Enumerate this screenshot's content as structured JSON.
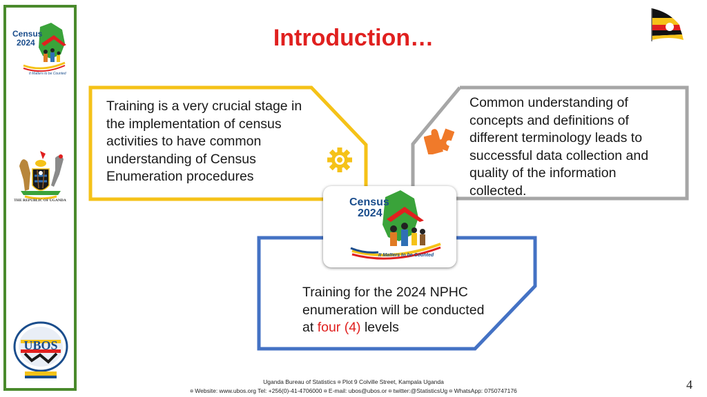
{
  "title": "Introduction…",
  "sidebar": {
    "census_logo": {
      "line1": "Census",
      "line2": "2024",
      "tagline": "It Matters to be Counted"
    },
    "coat_of_arms_caption": "THE REPUBLIC OF UGANDA",
    "ubos_logo_text": "UBOS"
  },
  "panels": {
    "left": {
      "text": "Training is a very crucial stage in the implementation of census activities to have common understanding of Census Enumeration procedures",
      "accent": "#f5c218"
    },
    "right": {
      "text": "Common understanding  of concepts and definitions of different terminology leads to successful data collection and quality of the information collected.",
      "accent": "#a6a6a6"
    },
    "bottom": {
      "text_before": "Training for the 2024 NPHC enumeration will be conducted at ",
      "highlight": "four (4)",
      "text_after": " levels",
      "accent": "#4472c4"
    }
  },
  "center_logo": {
    "line1": "Census",
    "line2": "2024",
    "tagline": "It Matters to be Counted"
  },
  "icons": {
    "gear": "gear-icon",
    "puzzle": "puzzle-icon",
    "flag": "uganda-flag-icon"
  },
  "colors": {
    "gear": "#f5c218",
    "puzzle": "#f07a2a",
    "title": "#e0201f",
    "sidebar_border": "#4a8a2c"
  },
  "footer": {
    "line1": "Uganda Bureau of Statistics ¤ Plot 9 Colville Street, Kampala Uganda",
    "line2": "¤ Website: www.ubos.org Tel: +256(0)-41-4706000 ¤ E-mail: ubos@ubos.or ¤ twitter:@StatisticsUg ¤ WhatsApp: 0750747176"
  },
  "page_number": "4"
}
